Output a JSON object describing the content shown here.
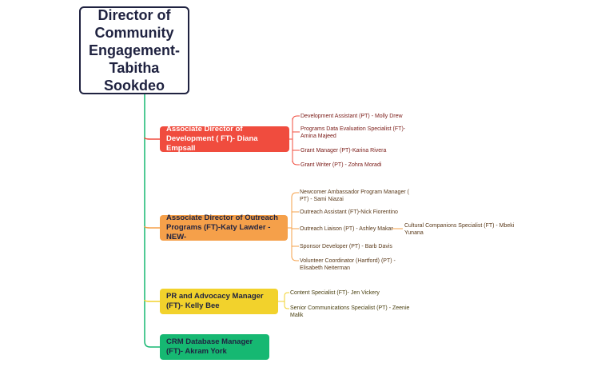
{
  "root": {
    "title": "Director of Community Engagement- Tabitha Sookdeo"
  },
  "branches": {
    "development": {
      "label": "Associate Director of Development ( FT)- Diana Empsall",
      "color": "#f04c3e",
      "children": [
        "Development Assistant (PT) - Molly Drew",
        "Programs Data Evaluation Specialist (FT)- Amina Majeed",
        "Grant Manager (PT)-Karina Rivera",
        "Grant Writer (PT) - Zohra Moradi"
      ]
    },
    "outreach": {
      "label": "Associate Director of Outreach Programs (FT)-Katy Lawder -NEW-",
      "color": "#f5a04a",
      "children": [
        "Newcomer Ambassador Program Manager ( PT) - Sami Niazai",
        "Outreach Assistant (FT)-Nick Fiorentino",
        "Outreach Liaison (PT) - Ashley Makar",
        "Sponsor Developer (PT) - Barb Davis",
        "Volunteer Coordinator (Hartford) (PT) - Elisabeth Neiterman"
      ],
      "sub_child": "Cultural Companions Specialist (FT) - Mbeki Yunana"
    },
    "pr": {
      "label": "PR and Advocacy Manager (FT)- Kelly Bee",
      "color": "#f2d22c",
      "children": [
        "Content Specialist (FT)- Jen Vickery",
        "Senior Communications Specialist (PT) - Zeenie Malik"
      ]
    },
    "crm": {
      "label": "CRM Database Manager (FT)- Akram York",
      "color": "#16b872"
    }
  }
}
